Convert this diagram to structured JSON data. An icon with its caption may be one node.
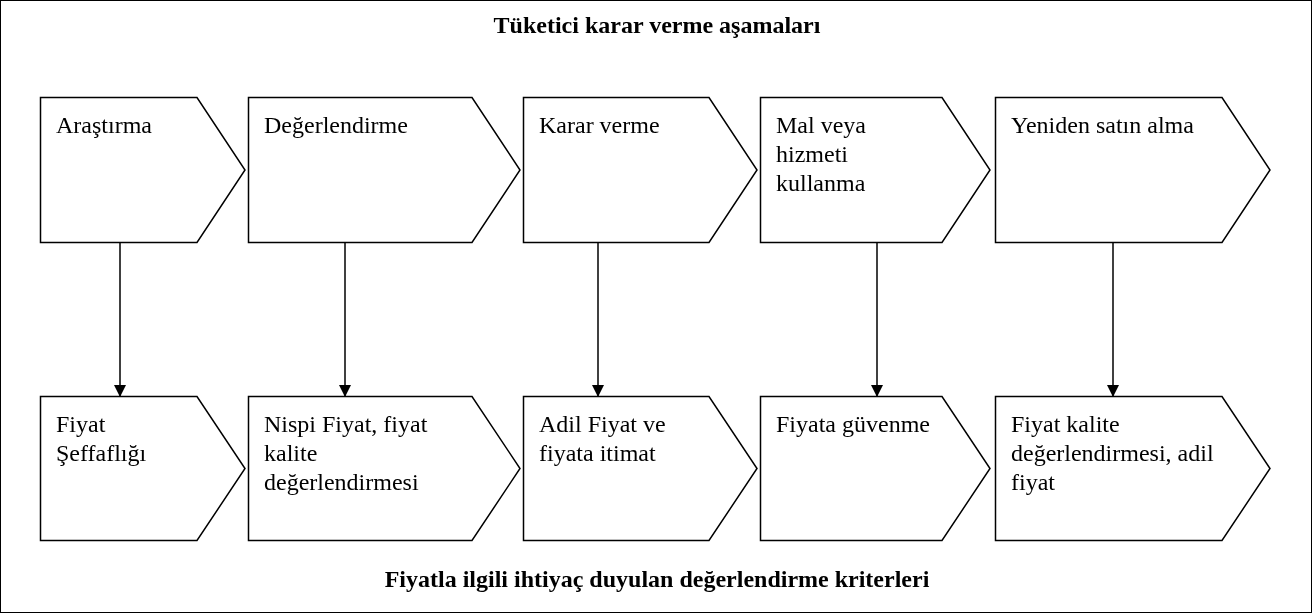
{
  "diagram": {
    "title": "Tüketici karar verme aşamaları",
    "caption": "Fiyatla ilgili ihtiyaç duyulan değerlendirme kriterleri",
    "nodes": [
      {
        "text": [
          "Araştırma"
        ]
      },
      {
        "text": [
          "Değerlendirme"
        ]
      },
      {
        "text": [
          "Karar verme"
        ]
      },
      {
        "text": [
          "Mal veya hizmeti kullanma"
        ]
      },
      {
        "text": [
          "Yeniden satın alma"
        ]
      },
      {
        "text": [
          "Fiyat Şeffaflığı"
        ]
      },
      {
        "text": [
          "Nispi Fiyat, fiyat kalite değerlendirmesi"
        ]
      },
      {
        "text": [
          "Adil Fiyat ve fiyata itimat"
        ]
      },
      {
        "text": [
          "Fiyata güvenme"
        ]
      },
      {
        "text": [
          "Fiyat kalite değerlendirmesi, adil fiyat"
        ]
      }
    ],
    "edges": [
      {
        "from": 0,
        "to": 5,
        "arrow": "to"
      },
      {
        "from": 1,
        "to": 6,
        "arrow": "to"
      },
      {
        "from": 2,
        "to": 7,
        "arrow": "to"
      },
      {
        "from": 3,
        "to": 8,
        "arrow": "to"
      },
      {
        "from": 4,
        "to": 9,
        "arrow": "to"
      }
    ]
  }
}
